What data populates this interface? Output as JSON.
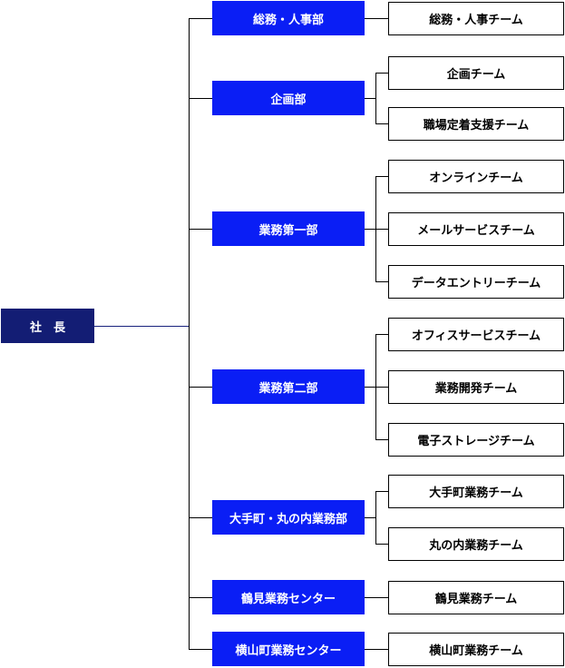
{
  "president": {
    "label": "社　長"
  },
  "departments": [
    {
      "label": "総務・人事部",
      "teams": [
        "総務・人事チーム"
      ]
    },
    {
      "label": "企画部",
      "teams": [
        "企画チーム",
        "職場定着支援チーム"
      ]
    },
    {
      "label": "業務第一部",
      "teams": [
        "オンラインチーム",
        "メールサービスチーム",
        "データエントリーチーム"
      ]
    },
    {
      "label": "業務第二部",
      "teams": [
        "オフィスサービスチーム",
        "業務開発チーム",
        "電子ストレージチーム"
      ]
    },
    {
      "label": "大手町・丸の内業務部",
      "teams": [
        "大手町業務チーム",
        "丸の内業務チーム"
      ]
    },
    {
      "label": "鶴見業務センター",
      "teams": [
        "鶴見業務チーム"
      ]
    },
    {
      "label": "横山町業務センター",
      "teams": [
        "横山町業務チーム"
      ]
    }
  ],
  "colors": {
    "president": "#131d74",
    "department": "#0a1ef5",
    "team_border": "#000000"
  }
}
